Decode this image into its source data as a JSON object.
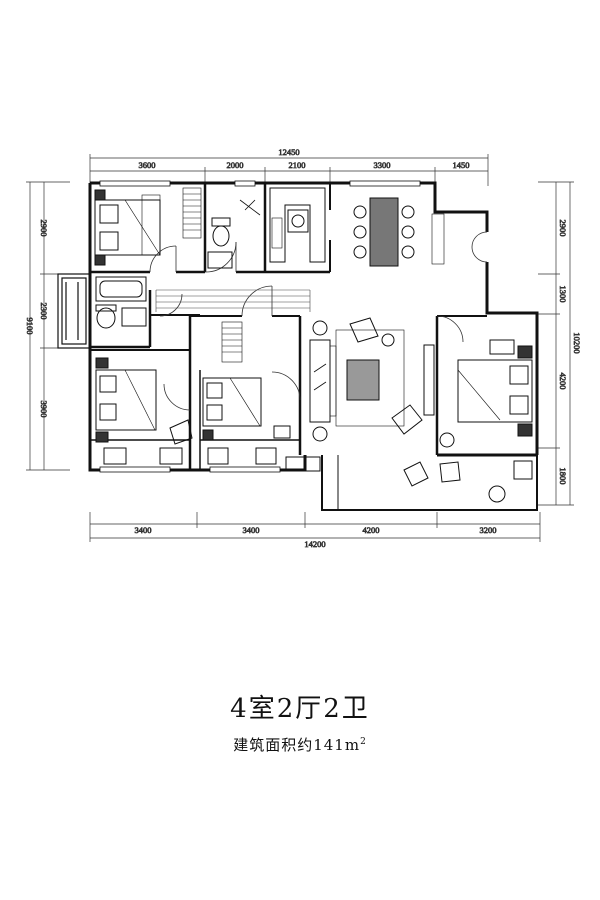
{
  "plan": {
    "dims_top": {
      "total": "12450",
      "segments": [
        "3600",
        "2000",
        "2100",
        "3300",
        "1450"
      ]
    },
    "dims_bottom": {
      "total": "14200",
      "segments": [
        "3400",
        "3400",
        "4200",
        "3200"
      ]
    },
    "dims_left": {
      "total": "9100",
      "segments": [
        "2900",
        "2300",
        "3900"
      ]
    },
    "dims_right": {
      "total": "10200",
      "segments": [
        "2900",
        "1300",
        "4200",
        "1800"
      ]
    }
  },
  "caption": {
    "layout": "4室2厅2卫",
    "area_prefix": "建筑面积约",
    "area_value": "141m",
    "area_unit_sup": "2"
  }
}
